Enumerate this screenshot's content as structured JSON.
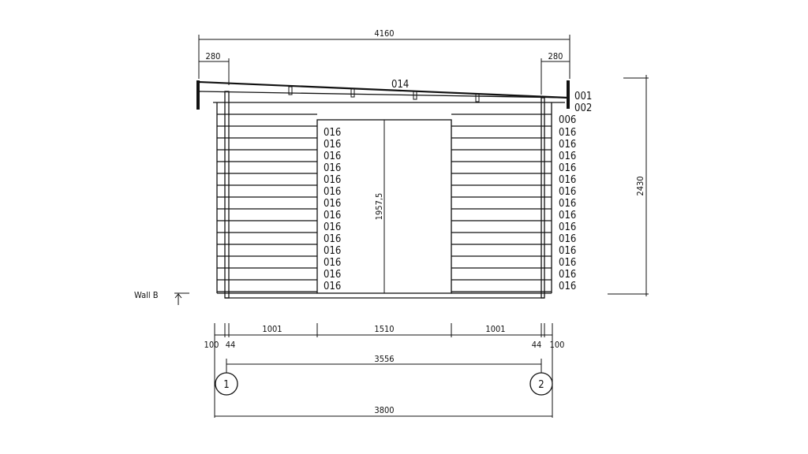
{
  "drawing": {
    "overall_width_top": "4160",
    "overhang_left": "280",
    "overhang_right": "280",
    "roof_label": "014",
    "right_labels_top": [
      "001",
      "002",
      "006"
    ],
    "right_board_labels": [
      "016",
      "016",
      "016",
      "016",
      "016",
      "016",
      "016",
      "016",
      "016",
      "016",
      "016",
      "016",
      "016",
      "016"
    ],
    "door_board_labels": [
      "016",
      "016",
      "016",
      "016",
      "016",
      "016",
      "016",
      "016",
      "016",
      "016",
      "016",
      "016",
      "016",
      "016"
    ],
    "door_height": "1957,5",
    "total_height": "2430",
    "wall_label": "Wall B",
    "bottom_dims": {
      "left_section": "1001",
      "door_section": "1510",
      "right_section": "1001",
      "left_offset": "100",
      "left_post": "44",
      "right_post": "44",
      "right_offset": "100",
      "axis_span": "3556",
      "overall_width": "3800"
    },
    "axes": [
      "1",
      "2"
    ]
  }
}
